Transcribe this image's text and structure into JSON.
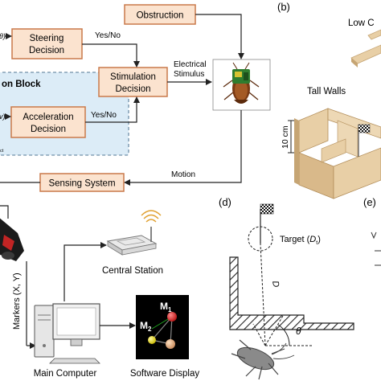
{
  "top_left": {
    "obstruction": "Obstruction",
    "steering_line1": "Steering",
    "steering_line2": "Decision",
    "yes_no_top": "Yes/No",
    "stimulation_line1": "Stimulation",
    "stimulation_line2": "Decision",
    "electrical_line1": "Electrical",
    "electrical_line2": "Stimulus",
    "block_title": "on Block",
    "acceleration_line1": "Acceleration",
    "acceleration_line2": "Decision",
    "yes_no_bottom": "Yes/No",
    "input_v": "v)",
    "input_theta": "θ)",
    "fragment_ct": "ct",
    "sensing_system": "Sensing System",
    "motion": "Motion"
  },
  "panel_b": {
    "label": "(b)",
    "low_walls": "Low C",
    "tall_walls": "Tall Walls",
    "height_label": "10 cm"
  },
  "bottom_left": {
    "markers": "Markers (X, Y)",
    "central_station": "Central Station",
    "main_computer": "Main Computer",
    "software_display": "Software Display",
    "m1_base": "M",
    "m1_sub": "1",
    "m2_base": "M",
    "m2_sub": "2"
  },
  "panel_d": {
    "label": "(d)",
    "target_prefix": "Target (",
    "target_var": "D",
    "target_sub": "t",
    "target_suffix": ")",
    "d_label": "D",
    "theta": "θ"
  },
  "panel_e": {
    "label": "(e)"
  },
  "colors": {
    "box_fill": "#fbe3cf",
    "box_stroke": "#c9794a",
    "block_fill": "#dcecf7",
    "block_stroke": "#6f8fa8",
    "wood": "#e8cfa6",
    "wood_dark": "#c6a574"
  }
}
